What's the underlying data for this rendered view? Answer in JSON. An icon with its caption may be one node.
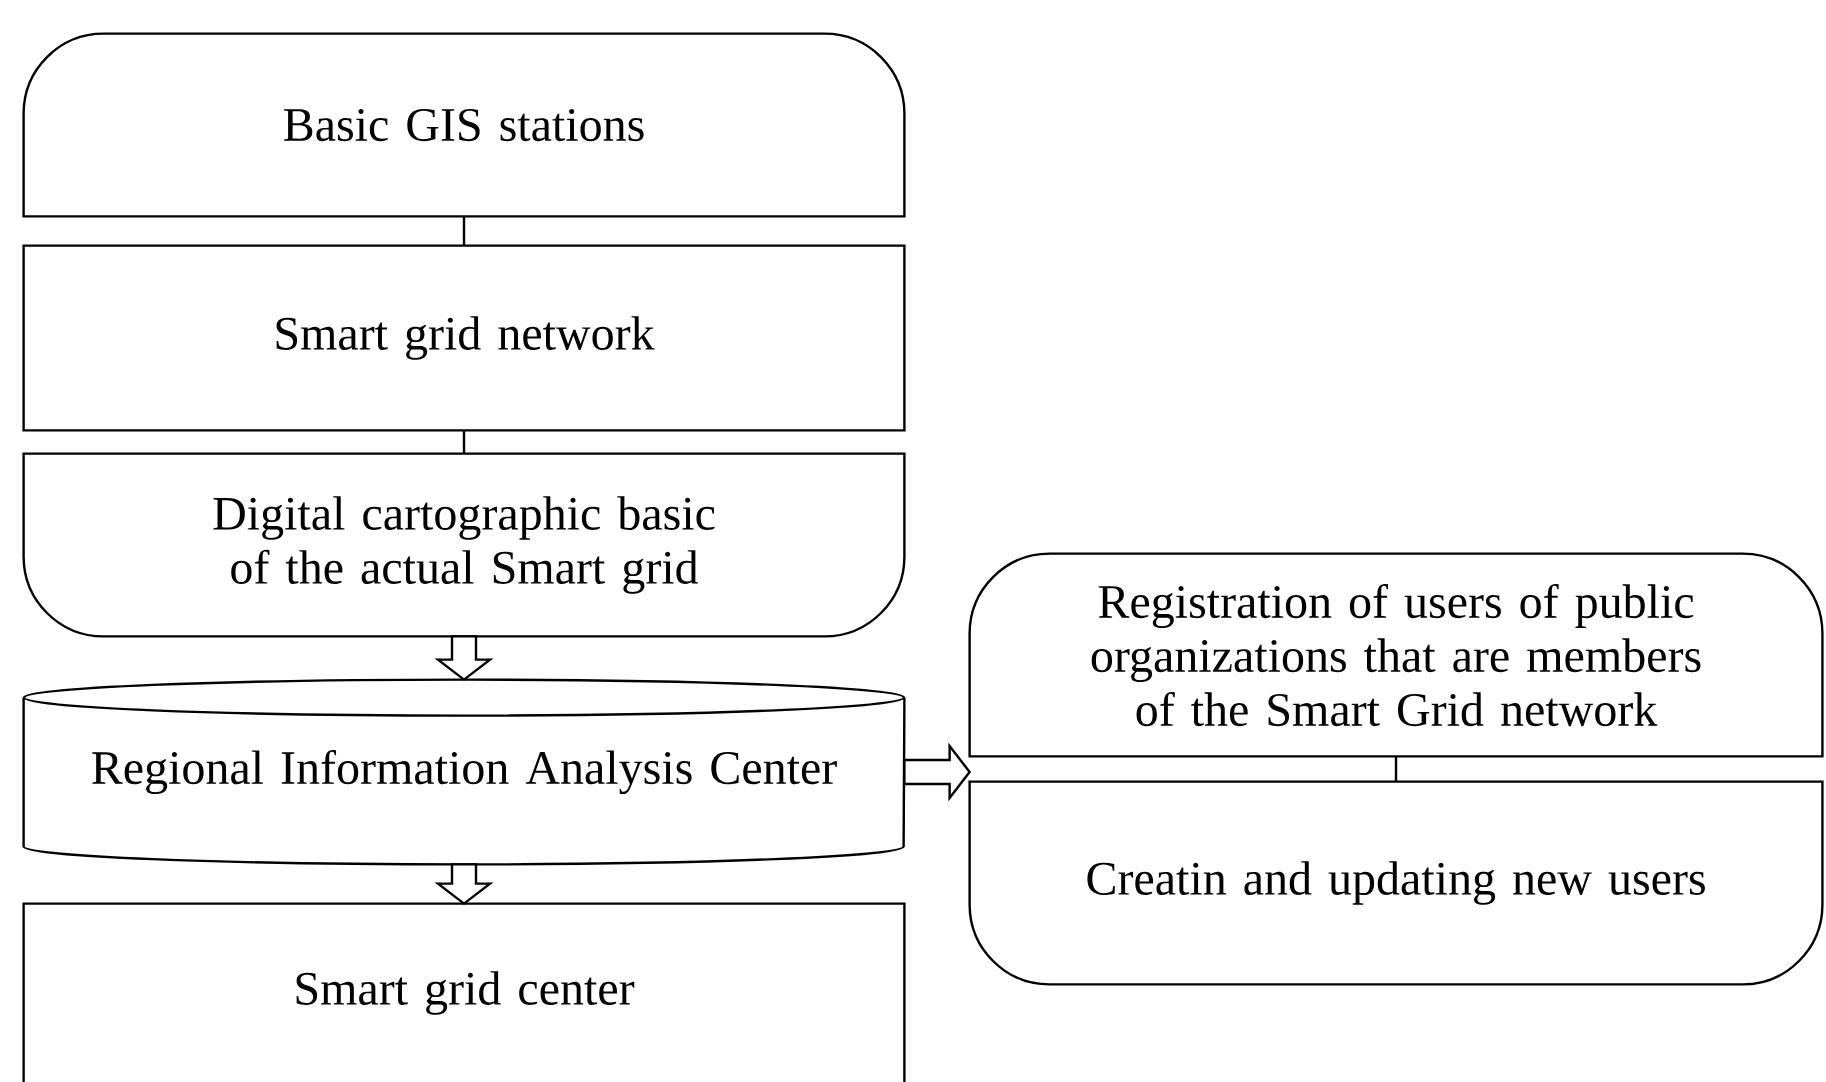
{
  "diagram": {
    "nodes": [
      {
        "text": [
          "Basic GIS stations"
        ]
      },
      {
        "text": [
          "Smart grid network"
        ]
      },
      {
        "text": [
          "Digital cartographic basic of the actual Smart grid"
        ]
      },
      {
        "text": [
          "Regional Information Analysis Center"
        ]
      },
      {
        "text": [
          "Smart grid center"
        ]
      },
      {
        "text": [
          "Registration of users of public organizations that are members of the Smart Grid network"
        ]
      },
      {
        "text": [
          "Creatin and updating new users"
        ]
      }
    ],
    "edges": [
      {
        "from": 0,
        "to": 1,
        "arrow": "none"
      },
      {
        "from": 1,
        "to": 2,
        "arrow": "none"
      },
      {
        "from": 2,
        "to": 3,
        "arrow": "to"
      },
      {
        "from": 3,
        "to": 4,
        "arrow": "to"
      },
      {
        "from": 3,
        "to": 5,
        "arrow": "to"
      },
      {
        "from": 5,
        "to": 6,
        "arrow": "none"
      }
    ]
  }
}
